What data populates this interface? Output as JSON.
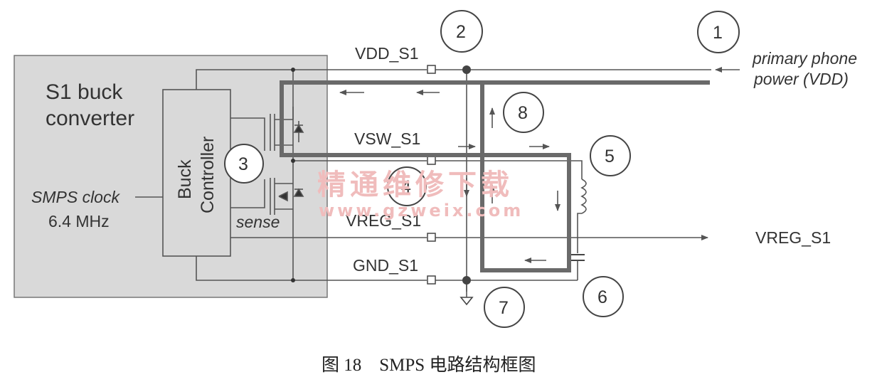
{
  "converter": {
    "title_line1": "S1 buck",
    "title_line2": "converter"
  },
  "controller": {
    "line1": "Buck",
    "line2": "Controller"
  },
  "clock": {
    "label": "SMPS clock",
    "freq": "6.4 MHz"
  },
  "sense_label": "sense",
  "nets": {
    "vdd": "VDD_S1",
    "vsw": "VSW_S1",
    "vreg": "VREG_S1",
    "gnd": "GND_S1",
    "vreg_out": "VREG_S1"
  },
  "primary": {
    "line1": "primary phone",
    "line2": "power (VDD)"
  },
  "callouts": [
    "1",
    "2",
    "3",
    "4",
    "5",
    "6",
    "7",
    "8"
  ],
  "watermark": {
    "cn": "精通维修下载",
    "url": "www.gzweix.com"
  },
  "caption": "图 18　SMPS 电路结构框图",
  "colors": {
    "box_fill": "#d9d9d9",
    "path": "#6a6a6a",
    "watermark": "#f0bcbc"
  }
}
